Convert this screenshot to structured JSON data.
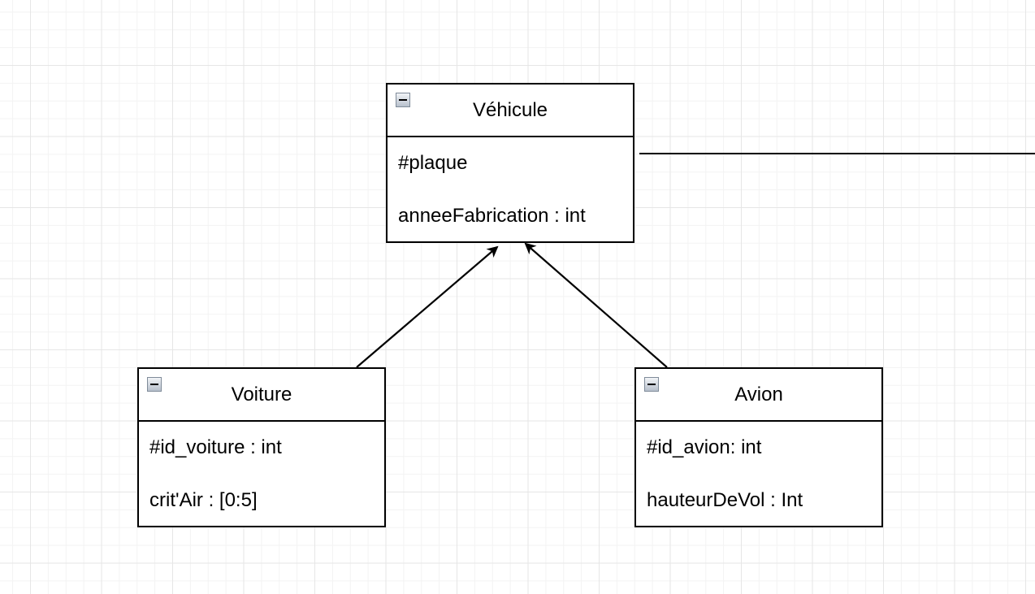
{
  "diagram": {
    "classes": {
      "vehicule": {
        "name": "Véhicule",
        "attributes": [
          "#plaque",
          "anneeFabrication : int"
        ]
      },
      "voiture": {
        "name": "Voiture",
        "attributes": [
          "#id_voiture : int",
          "crit'Air : [0:5]"
        ]
      },
      "avion": {
        "name": "Avion",
        "attributes": [
          "#id_avion: int",
          "hauteurDeVol : Int"
        ]
      }
    },
    "relations": [
      {
        "type": "generalization",
        "from": "Voiture",
        "to": "Véhicule"
      },
      {
        "type": "generalization",
        "from": "Avion",
        "to": "Véhicule"
      },
      {
        "type": "association",
        "from": "Véhicule",
        "to": "offscreen-right"
      }
    ],
    "colors": {
      "line": "#000000",
      "grid": "#e6e6e6",
      "background": "#ffffff"
    }
  }
}
